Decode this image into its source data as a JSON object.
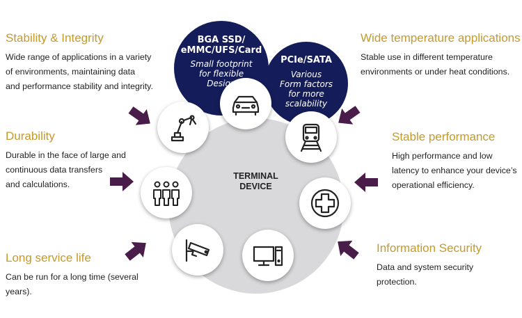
{
  "features": {
    "stability": {
      "title": "Stability & Integrity",
      "body": "Wide range of applications in a variety\nof environments, maintaining data\nand performance stability and integrity."
    },
    "durability": {
      "title": "Durability",
      "body": "Durable in the face of large and\ncontinuous data transfers\n and calculations."
    },
    "longlife": {
      "title": "Long service life",
      "body": "Can be run for a long time (several\nyears)."
    },
    "widetemp": {
      "title": "Wide temperature applications",
      "body": "Stable use in different temperature\nenvironments or under heat conditions."
    },
    "performance": {
      "title": "Stable performance",
      "body": "High performance and low\nlatency to enhance your device’s\noperational efficiency."
    },
    "security": {
      "title": "Information Security",
      "body": "Data and system security\nprotection."
    }
  },
  "center": {
    "label": "TERMINAL\nDEVICE"
  },
  "products": {
    "bga": {
      "title": "BGA SSD/\neMMC/UFS/Card",
      "subtitle": "Small footprint\nfor flexible\nDesign"
    },
    "pcie": {
      "title": "PCIe/SATA",
      "subtitle": "Various\nForm factors\nfor more\nscalability"
    }
  },
  "icons": [
    "robot-arm-icon",
    "car-icon",
    "train-icon",
    "medical-cross-icon",
    "computer-icon",
    "surveillance-camera-icon",
    "people-icon"
  ],
  "colors": {
    "heading": "#c49a2a",
    "navy": "#141d5a",
    "arrow": "#4a1c4a",
    "center": "#d9d9db"
  }
}
